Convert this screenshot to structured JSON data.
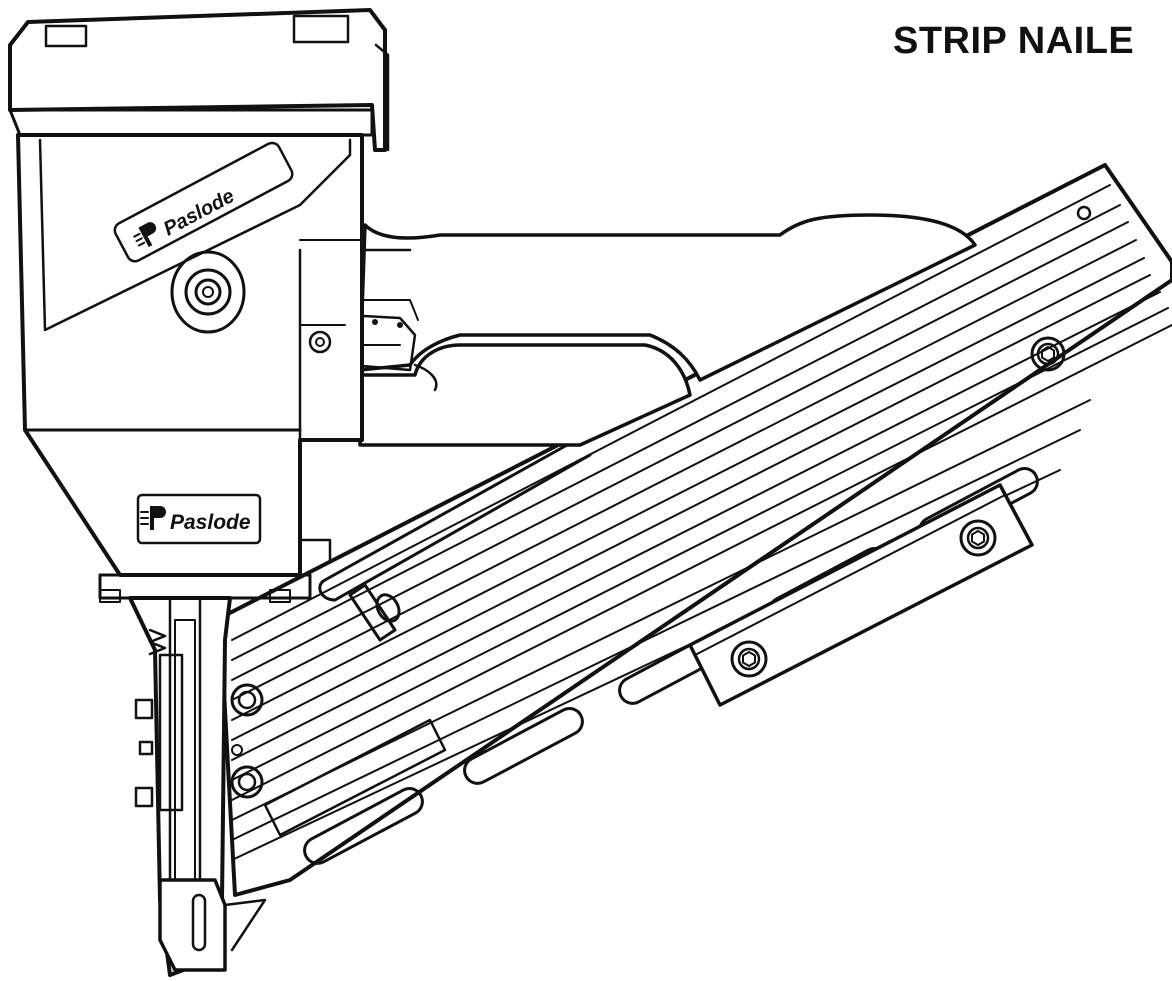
{
  "page": {
    "title": "STRIP NAILE",
    "brand_upper": "Paslode",
    "brand_lower": "Paslode"
  },
  "colors": {
    "ink": "#111111",
    "paper": "#ffffff"
  },
  "icons": [
    "paslode-logo-icon",
    "hex-screw-icon",
    "air-fitting-icon"
  ]
}
